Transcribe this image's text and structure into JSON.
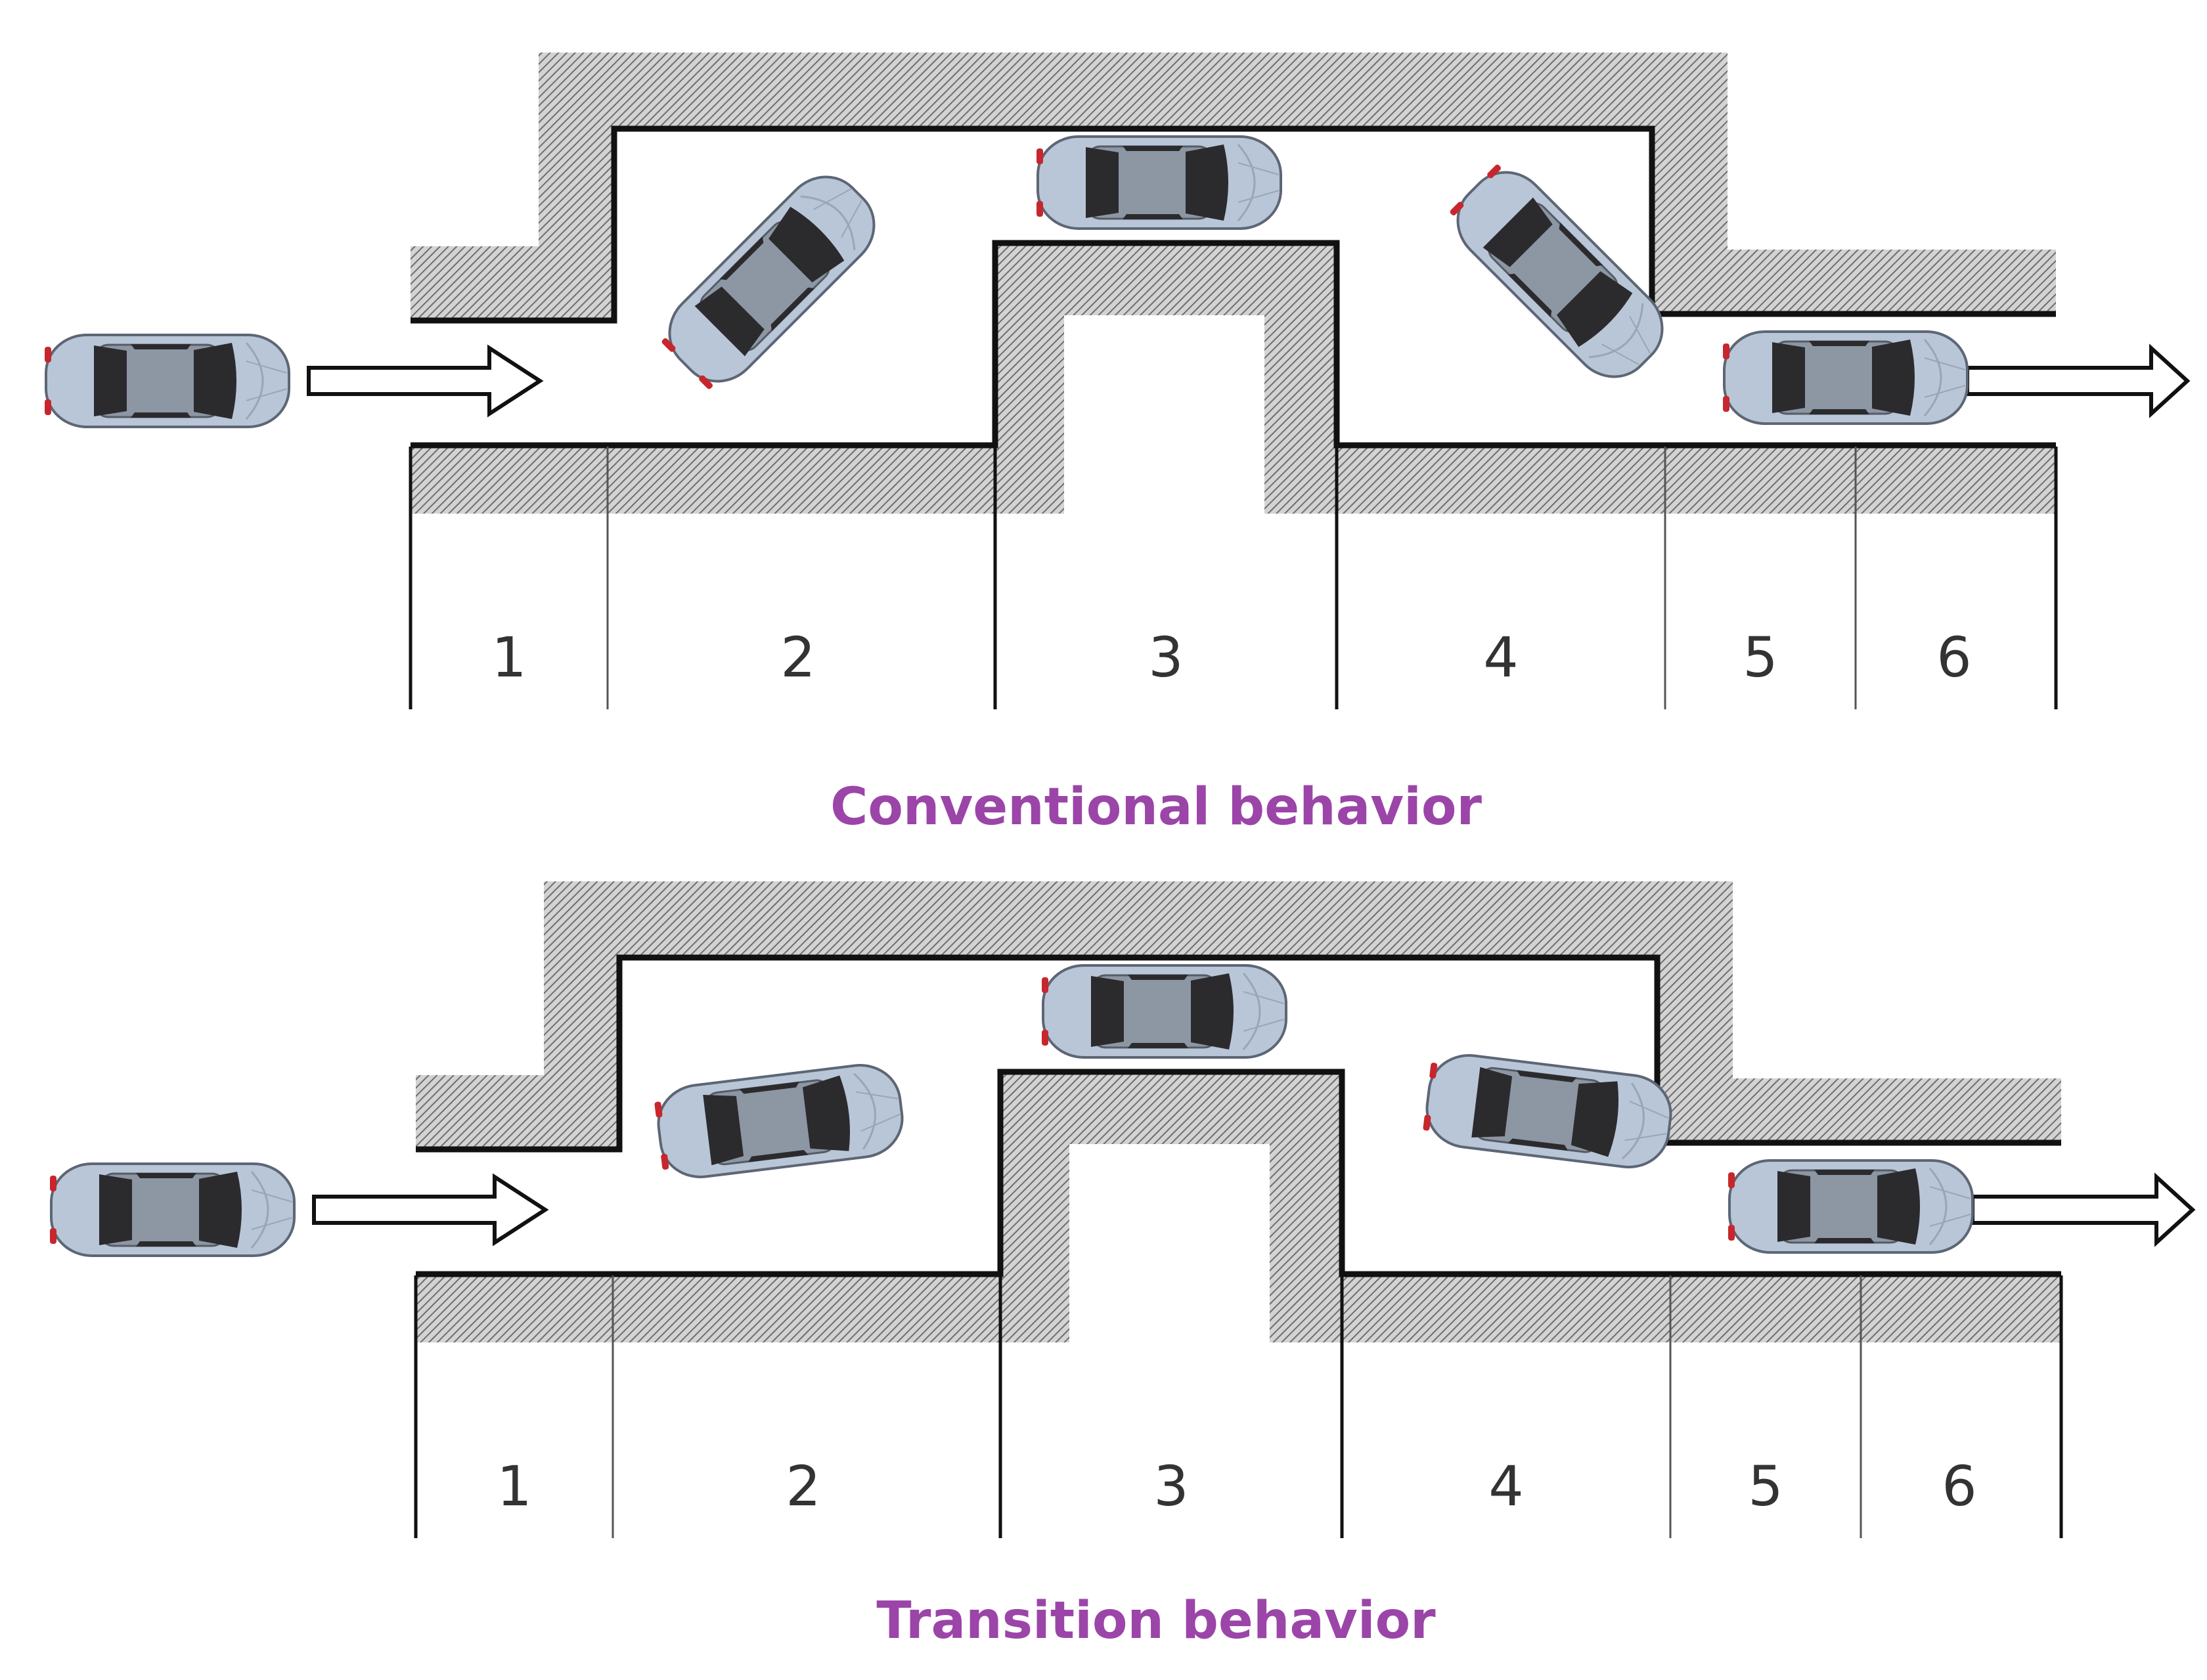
{
  "panels": [
    {
      "caption": "Conventional behavior",
      "zones": [
        "1",
        "2",
        "3",
        "4",
        "5",
        "6"
      ]
    },
    {
      "caption": "Transition behavior",
      "zones": [
        "1",
        "2",
        "3",
        "4",
        "5",
        "6"
      ]
    }
  ],
  "colors": {
    "caption": "#9b45a8",
    "car_body": "#b9c6d8",
    "wall_hatch": "#8c8c8c",
    "outline": "#111111"
  },
  "icons": [
    "car-icon",
    "direction-arrow-icon"
  ]
}
